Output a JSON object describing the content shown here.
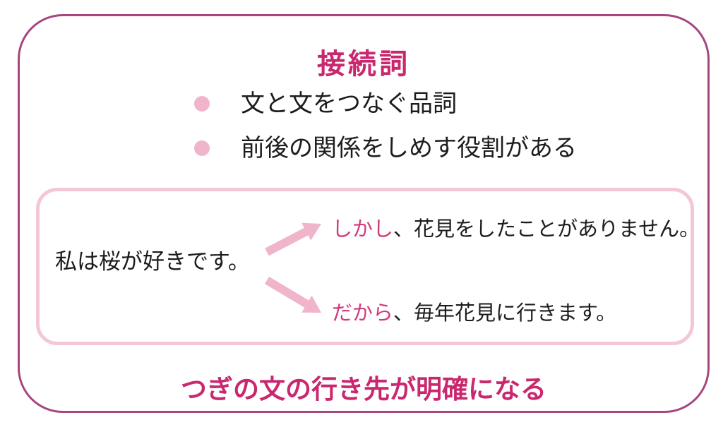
{
  "colors": {
    "accent": "#c9286f",
    "conjunction": "#d03a7d",
    "outer-border": "#a5467e",
    "inner-border": "#f3c6d8",
    "soft-pink": "#f0b4cb",
    "ink": "#1c1c1c"
  },
  "header": {
    "title": "接続詞"
  },
  "bullets": [
    {
      "label": "文と文をつなぐ品詞"
    },
    {
      "label": "前後の関係をしめす役割がある"
    }
  ],
  "example": {
    "source_sentence": "私は桜が好きです。",
    "branches": [
      {
        "conjunction": "しかし",
        "continuation": "、花見をしたことがありません。"
      },
      {
        "conjunction": "だから",
        "continuation": "、毎年花見に行きます。"
      }
    ]
  },
  "footer": {
    "note": "つぎの文の行き先が明確になる"
  }
}
